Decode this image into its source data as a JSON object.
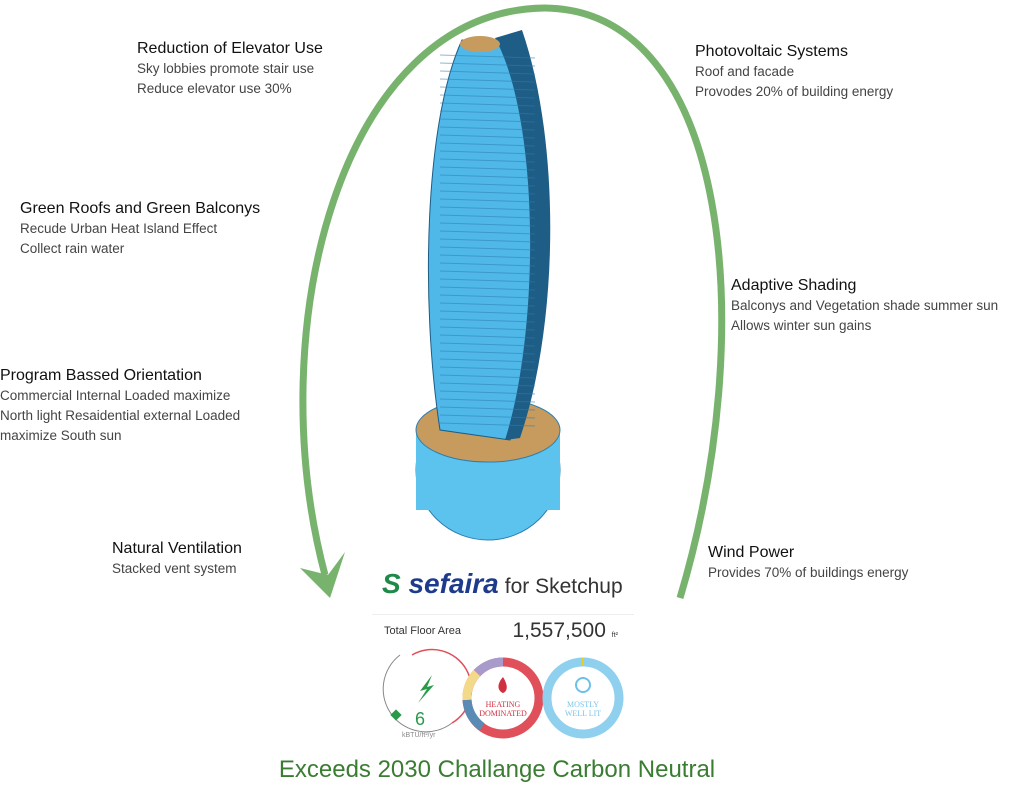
{
  "notes": [
    {
      "title": "Reduction of Elevator Use",
      "lines": [
        "Sky lobbies promote stair use",
        "Reduce elevator use 30%"
      ]
    },
    {
      "title": "Green Roofs and Green Balconys",
      "lines": [
        "Recude Urban Heat Island Effect",
        "Collect rain water"
      ]
    },
    {
      "title": "Program Bassed Orientation",
      "lines": [
        "Commercial Internal Loaded maximize",
        "North light Resaidential external Loaded",
        "maximize South sun"
      ]
    },
    {
      "title": "Natural Ventilation",
      "lines": [
        "Stacked vent system"
      ]
    },
    {
      "title": "Photovoltaic Systems",
      "lines": [
        "Roof and facade",
        "Provodes 20% of building energy"
      ]
    },
    {
      "title": "Adaptive Shading",
      "lines": [
        "Balconys and Vegetation shade summer sun",
        "Allows winter sun gains"
      ]
    },
    {
      "title": "Wind Power",
      "lines": [
        "Provides 70% of buildings energy"
      ]
    }
  ],
  "widget": {
    "brand": "sefaira",
    "brand_suffix": "for Sketchup",
    "floor_area_label": "Total Floor Area",
    "floor_area_value": "1,557,500",
    "floor_area_unit": "ft²",
    "eui_value": "6",
    "eui_unit": "kBTU/ft²/yr",
    "heating_label_1": "HEATING",
    "heating_label_2": "DOMINATED",
    "light_label_1": "MOSTLY",
    "light_label_2": "WELL LIT"
  },
  "footer": "Exceeds 2030 Challange Carbon Neutral",
  "colors": {
    "arc": "#78b36e",
    "tower": "#4fb8e8",
    "tower_dark": "#1d5d86",
    "roof": "#c79a5d",
    "footer": "#3a7d32"
  }
}
